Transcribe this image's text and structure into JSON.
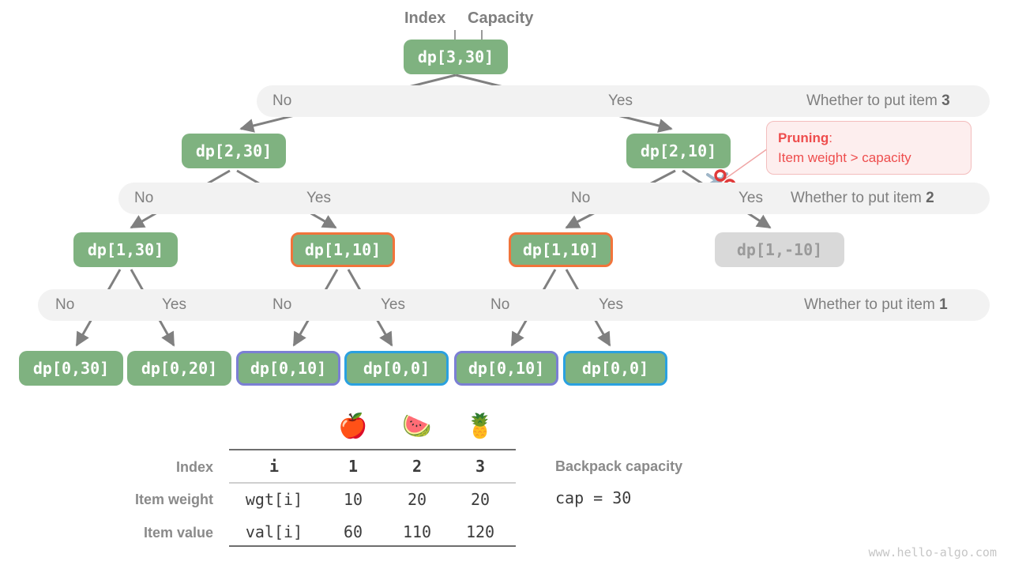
{
  "title_labels": {
    "index": "Index",
    "capacity": "Capacity"
  },
  "tree": {
    "levels": [
      {
        "nodes": [
          {
            "label": "dp[3,30]",
            "style": "plain"
          }
        ]
      },
      {
        "nodes": [
          {
            "label": "dp[2,30]",
            "style": "plain"
          },
          {
            "label": "dp[2,10]",
            "style": "plain"
          }
        ]
      },
      {
        "nodes": [
          {
            "label": "dp[1,30]",
            "style": "plain"
          },
          {
            "label": "dp[1,10]",
            "style": "orange"
          },
          {
            "label": "dp[1,10]",
            "style": "orange"
          },
          {
            "label": "dp[1,-10]",
            "style": "gray"
          }
        ]
      },
      {
        "nodes": [
          {
            "label": "dp[0,30]",
            "style": "plain"
          },
          {
            "label": "dp[0,20]",
            "style": "plain"
          },
          {
            "label": "dp[0,10]",
            "style": "purple"
          },
          {
            "label": "dp[0,0]",
            "style": "cyan"
          },
          {
            "label": "dp[0,10]",
            "style": "purple"
          },
          {
            "label": "dp[0,0]",
            "style": "cyan"
          }
        ]
      }
    ]
  },
  "bands": [
    {
      "question": "Whether to put item 3",
      "question_bold": "3",
      "branch_labels": [
        "No",
        "Yes"
      ]
    },
    {
      "question": "Whether to put item 2",
      "question_bold": "2",
      "branch_labels": [
        "No",
        "Yes",
        "No",
        "Yes"
      ]
    },
    {
      "question": "Whether to put item 1",
      "question_bold": "1",
      "branch_labels": [
        "No",
        "Yes",
        "No",
        "Yes",
        "No",
        "Yes"
      ]
    }
  ],
  "pruning_callout": {
    "title": "Pruning",
    "colon": ":",
    "text": "Item weight > capacity",
    "icon": "scissors-icon",
    "color": "#ee4d4d"
  },
  "table": {
    "fruit_icons": [
      "apple-icon",
      "watermelon-icon",
      "pineapple-icon"
    ],
    "fruit_glyphs": [
      "🍎",
      "🍉",
      "🍍"
    ],
    "row_labels": [
      "Index",
      "Item weight",
      "Item value"
    ],
    "key_column": [
      "i",
      "wgt[i]",
      "val[i]"
    ],
    "columns": [
      "1",
      "2",
      "3"
    ],
    "rows": [
      [
        "1",
        "2",
        "3"
      ],
      [
        "10",
        "20",
        "20"
      ],
      [
        "60",
        "110",
        "120"
      ]
    ]
  },
  "capacity_note": {
    "label": "Backpack capacity",
    "code": "cap = 30"
  },
  "watermark": "www.hello-algo.com",
  "colors": {
    "node_green": "#7fb280",
    "node_gray": "#d9d9d9",
    "band_gray": "#f2f2f2",
    "orange": "#f1743b",
    "purple": "#7b7fd4",
    "cyan": "#2aa1e0",
    "red": "#ee4d4d",
    "edge": "#808080"
  }
}
